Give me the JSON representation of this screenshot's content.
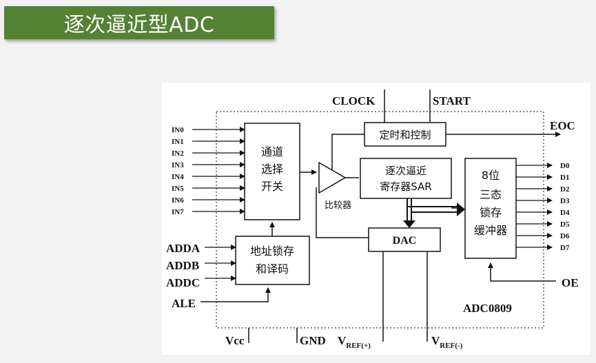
{
  "slide": {
    "title": "逐次逼近型ADC"
  },
  "diagram": {
    "clock": "CLOCK",
    "start": "START",
    "eoc": "EOC",
    "oe": "OE",
    "chip_name": "ADC0809",
    "inputs": [
      "IN0",
      "IN1",
      "IN2",
      "IN3",
      "IN4",
      "IN5",
      "IN6",
      "IN7"
    ],
    "addr_inputs": [
      "ADDA",
      "ADDB",
      "ADDC"
    ],
    "ale": "ALE",
    "outputs": [
      "D0",
      "D1",
      "D2",
      "D3",
      "D4",
      "D5",
      "D6",
      "D7"
    ],
    "channel_switch": {
      "line1": "通道",
      "line2": "选择",
      "line3": "开关"
    },
    "addr_latch": {
      "line1": "地址锁存",
      "line2": "和译码"
    },
    "timing_control": "定时和控制",
    "sar": {
      "line1": "逐次逼近",
      "line2": "寄存器SAR"
    },
    "comparator": "比较器",
    "dac": "DAC",
    "tristate": {
      "line1": "8位",
      "line2": "三态",
      "line3": "锁存",
      "line4": "缓冲器"
    },
    "vcc": "Vcc",
    "gnd": "GND",
    "vref_pos": {
      "main": "V",
      "sub": "REF(+)"
    },
    "vref_neg": {
      "main": "V",
      "sub": "REF(-)"
    },
    "colors": {
      "chip_name": "#8b1a1a",
      "title_bar": "#548235"
    }
  }
}
